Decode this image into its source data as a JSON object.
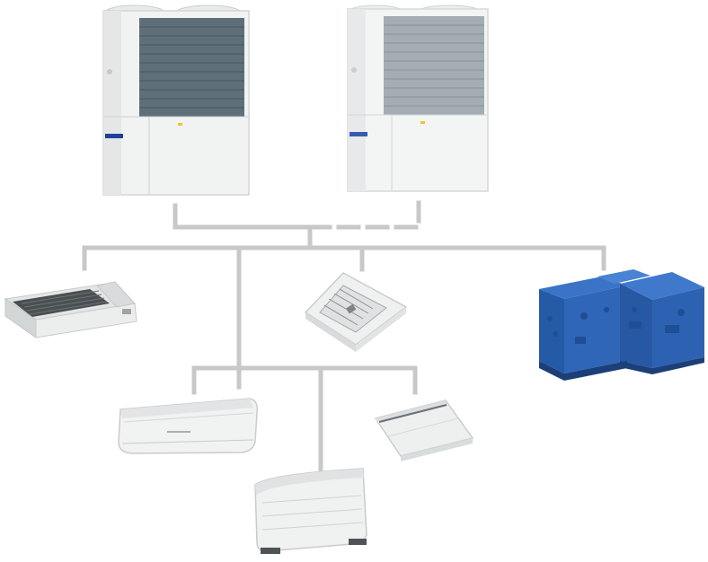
{
  "diagram": {
    "type": "vrf-system-topology",
    "outdoor_units": [
      {
        "name": "outdoor-unit-primary",
        "icon": "condenser-unit-icon",
        "coil_color": "#5f6f7a",
        "connection": "solid"
      },
      {
        "name": "outdoor-unit-secondary",
        "icon": "condenser-unit-icon",
        "coil_color": "#9aa3a9",
        "connection": "dashed"
      }
    ],
    "indoor_units": [
      {
        "name": "ducted-unit",
        "icon": "ducted-unit-icon"
      },
      {
        "name": "cassette-unit",
        "icon": "cassette-unit-icon"
      },
      {
        "name": "air-handling-unit",
        "icon": "air-handling-unit-icon",
        "color": "#2f66b8"
      },
      {
        "name": "wall-mounted-unit",
        "icon": "wall-split-unit-icon"
      },
      {
        "name": "floor-standing-unit",
        "icon": "floor-console-unit-icon"
      },
      {
        "name": "ceiling-suspended-unit",
        "icon": "ceiling-suspended-unit-icon"
      }
    ],
    "colors": {
      "pipe": "#c8c8c8",
      "casing": "#f1f2f2",
      "casing_shadow": "#d7d9da",
      "brand_badge": "#1f3f9a",
      "ahu_blue": "#2f66b8"
    }
  }
}
